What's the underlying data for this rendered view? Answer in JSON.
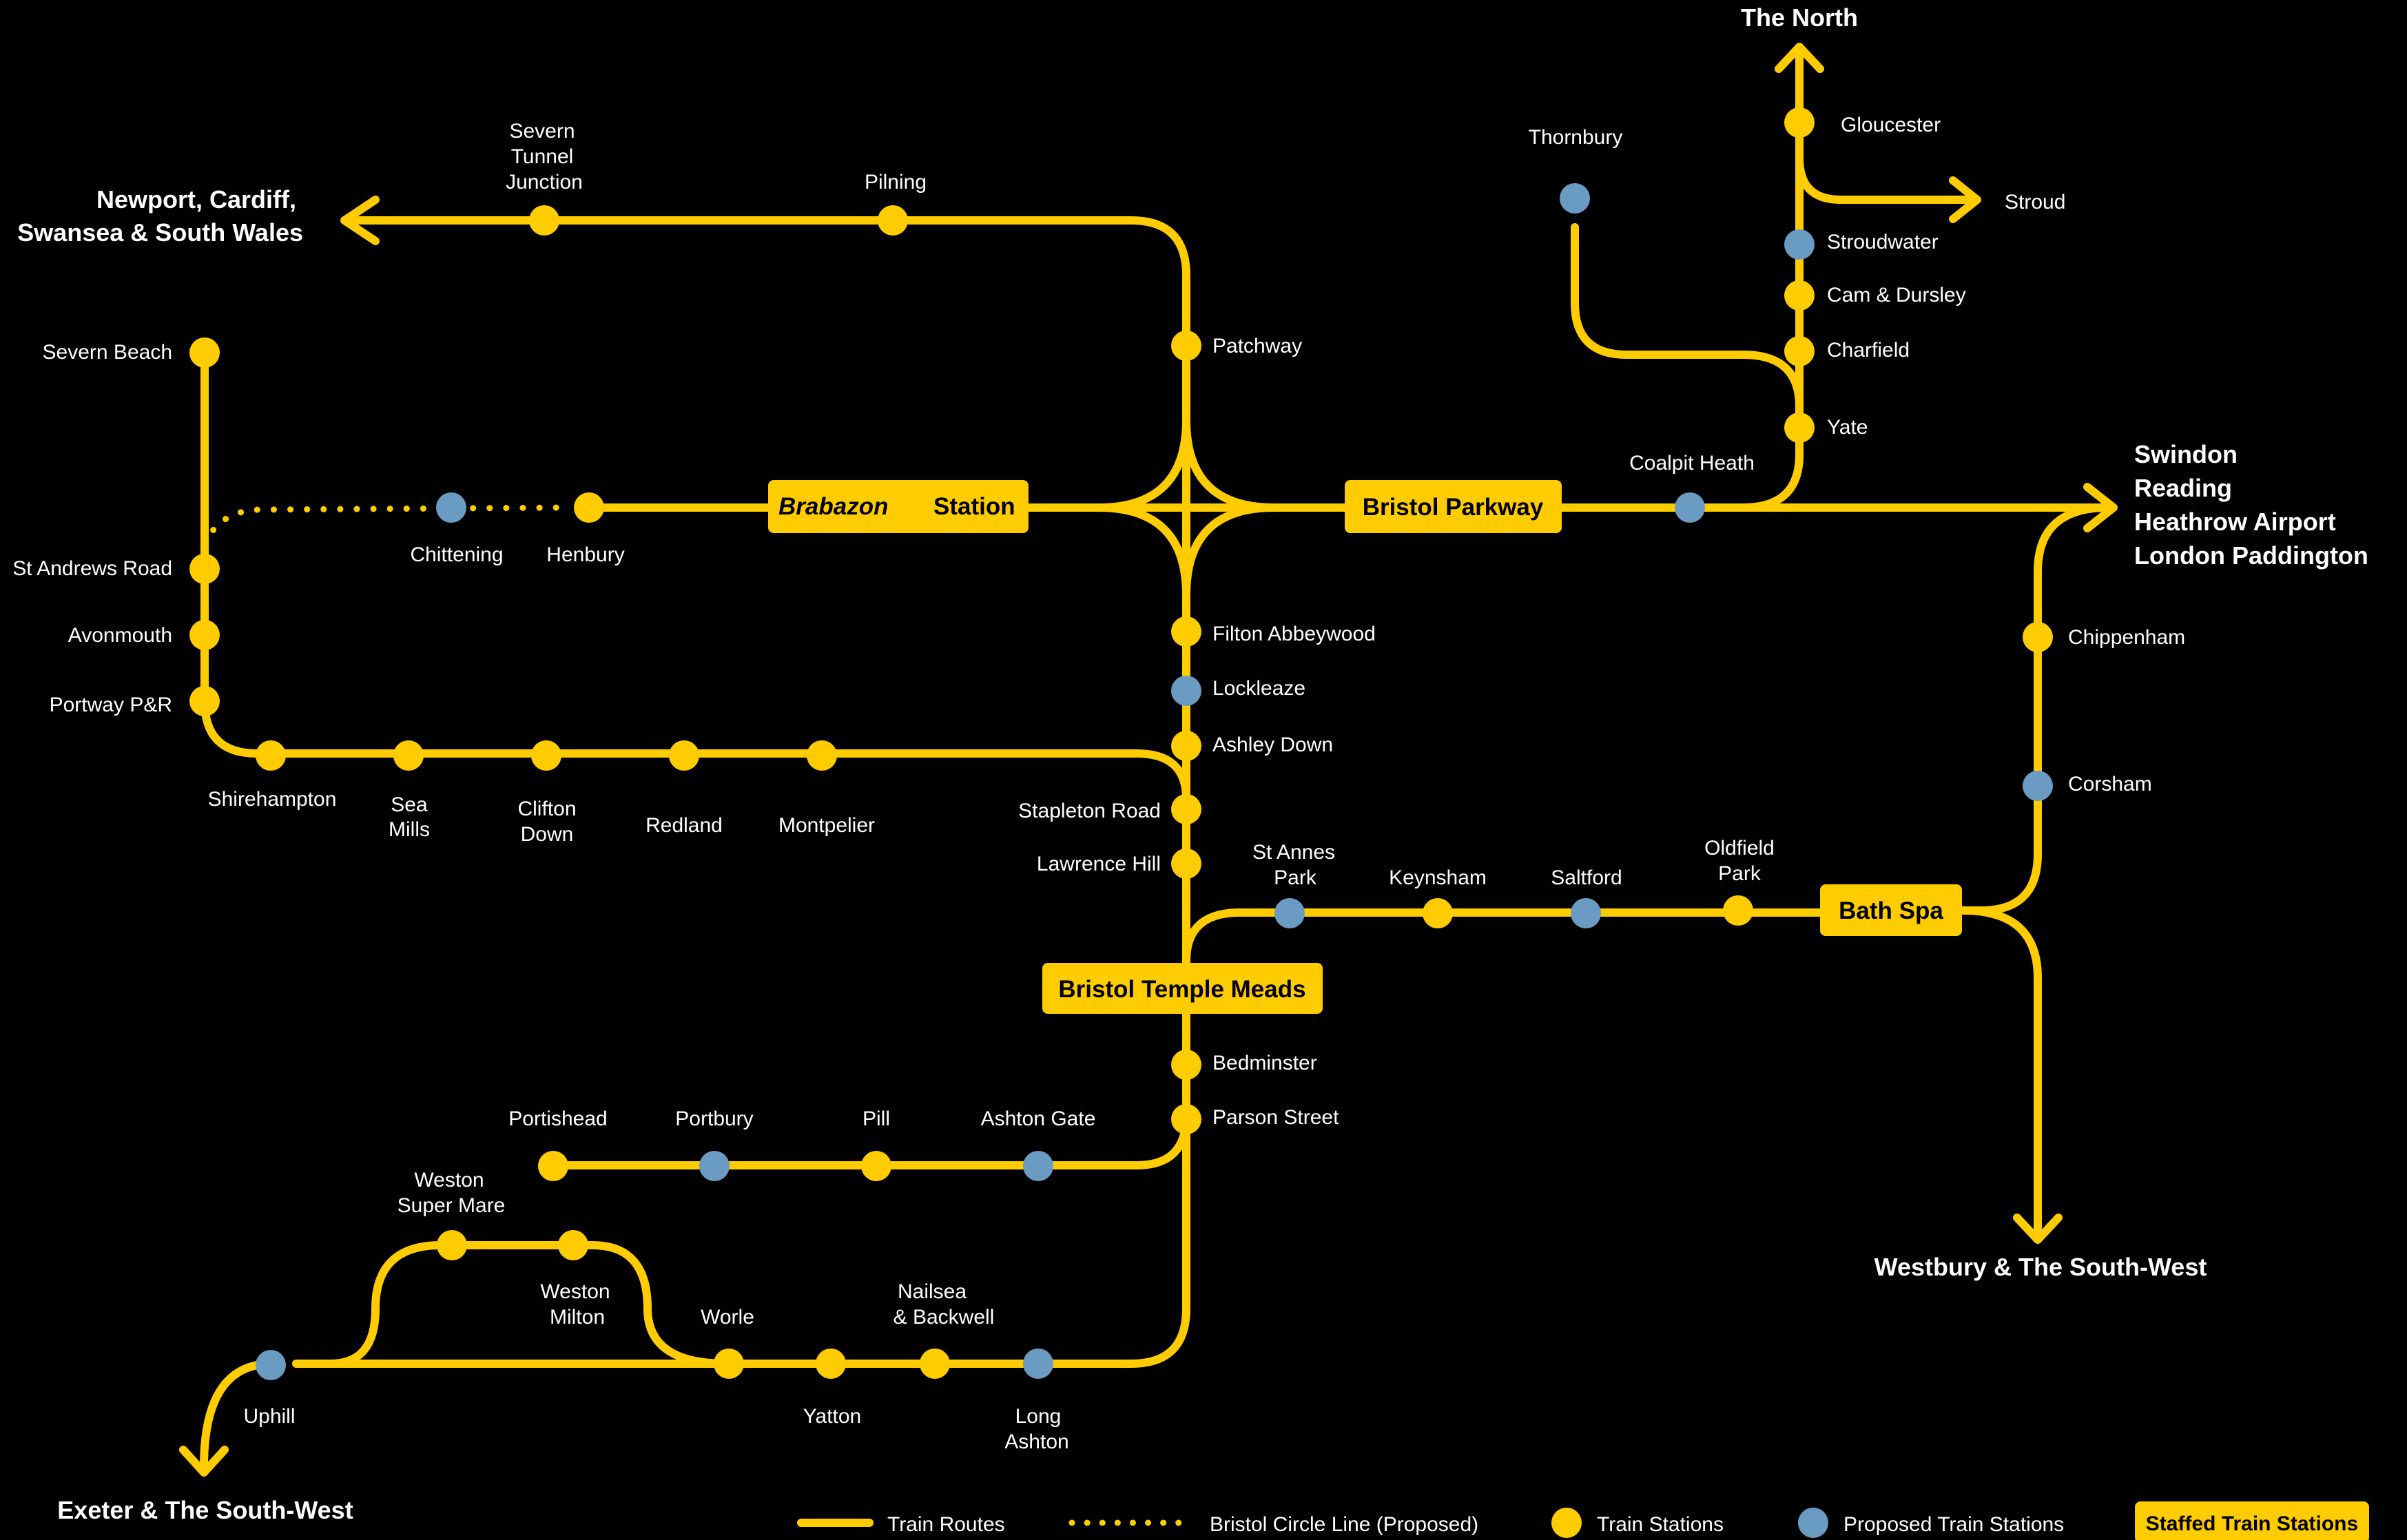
{
  "colors": {
    "background": "#000000",
    "route": "#FFCC00",
    "station": "#FFCC00",
    "proposed_station": "#6A9BC3",
    "hub_box": "#FFCC00",
    "hub_text": "#000000",
    "label_text": "#FFFFFF"
  },
  "destinations": {
    "north": "The North",
    "wales_1": "Newport, Cardiff,",
    "wales_2": "Swansea & South Wales",
    "london_1": "Swindon",
    "london_2": "Reading",
    "london_3": "Heathrow Airport",
    "london_4": "London Paddington",
    "westbury": "Westbury & The South-West",
    "exeter": "Exeter & The South-West",
    "stroud": "Stroud"
  },
  "hubs": {
    "brabazon_brand": "Brabazon",
    "brabazon_word": "Station",
    "parkway": "Bristol Parkway",
    "temple_meads": "Bristol Temple Meads",
    "bath_spa": "Bath Spa"
  },
  "stations": {
    "severn_tunnel_1": "Severn",
    "severn_tunnel_2": "Tunnel",
    "severn_tunnel_3": "Junction",
    "pilning": "Pilning",
    "patchway": "Patchway",
    "severn_beach": "Severn Beach",
    "st_andrews_road": "St Andrews Road",
    "avonmouth": "Avonmouth",
    "portway": "Portway P&R",
    "chittening": "Chittening",
    "henbury": "Henbury",
    "shirehampton": "Shirehampton",
    "sea_mills_1": "Sea",
    "sea_mills_2": "Mills",
    "clifton_down_1": "Clifton",
    "clifton_down_2": "Down",
    "redland": "Redland",
    "montpelier": "Montpelier",
    "filton_abbeywood": "Filton Abbeywood",
    "lockleaze": "Lockleaze",
    "ashley_down": "Ashley Down",
    "stapleton_road": "Stapleton Road",
    "lawrence_hill": "Lawrence Hill",
    "st_annes_park_1": "St Annes",
    "st_annes_park_2": "Park",
    "keynsham": "Keynsham",
    "saltford": "Saltford",
    "oldfield_park_1": "Oldfield",
    "oldfield_park_2": "Park",
    "chippenham": "Chippenham",
    "corsham": "Corsham",
    "thornbury": "Thornbury",
    "gloucester": "Gloucester",
    "stroudwater": "Stroudwater",
    "cam_dursley": "Cam & Dursley",
    "charfield": "Charfield",
    "yate": "Yate",
    "coalpit_heath": "Coalpit Heath",
    "bedminster": "Bedminster",
    "parson_street": "Parson Street",
    "portishead": "Portishead",
    "portbury": "Portbury",
    "pill": "Pill",
    "ashton_gate": "Ashton Gate",
    "weston_super_mare_1": "Weston",
    "weston_super_mare_2": "Super Mare",
    "weston_milton_1": "Weston",
    "weston_milton_2": "Milton",
    "worle": "Worle",
    "nailsea_1": "Nailsea",
    "nailsea_2": "& Backwell",
    "yatton": "Yatton",
    "long_ashton_1": "Long",
    "long_ashton_2": "Ashton",
    "uphill": "Uphill"
  },
  "legend": {
    "routes": "Train Routes",
    "circle": "Bristol Circle Line (Proposed)",
    "stations": "Train Stations",
    "proposed": "Proposed Train Stations",
    "staffed": "Staffed Train Stations"
  }
}
